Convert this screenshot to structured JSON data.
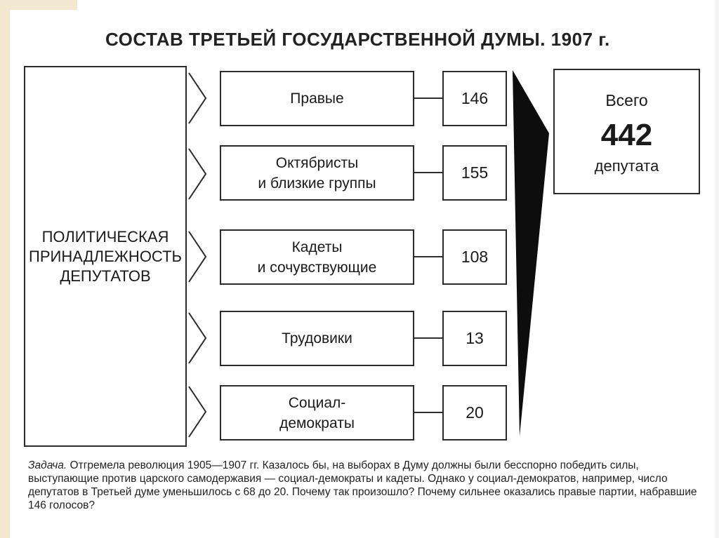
{
  "title": "СОСТАВ ТРЕТЬЕЙ ГОСУДАРСТВЕННОЙ ДУМЫ. 1907 г.",
  "left_label": "ПОЛИТИЧЕСКАЯ\nПРИНАДЛЕЖНОСТЬ\nДЕПУТАТОВ",
  "groups": [
    {
      "name": "Правые",
      "count": "146"
    },
    {
      "name": "Октябристы\nи близкие группы",
      "count": "155"
    },
    {
      "name": "Кадеты\nи сочувствующие",
      "count": "108"
    },
    {
      "name": "Трудовики",
      "count": "13"
    },
    {
      "name": "Социал-\nдемократы",
      "count": "20"
    }
  ],
  "total": {
    "prefix": "Всего",
    "value": "442",
    "suffix": "депутата"
  },
  "task": {
    "label": "Задача.",
    "text": "Отгремела революция 1905—1907 гг. Казалось бы, на выборах в Думу должны были бесспорно победить силы, выступающие против царского самодержавия — социал-демократы и кадеты. Однако у социал-демократов, например, число депутатов в Третьей думе уменьшилось с 68 до 20. Почему так произошло? Почему сильнее оказались правые партии, набравшие 146 голосов?"
  }
}
